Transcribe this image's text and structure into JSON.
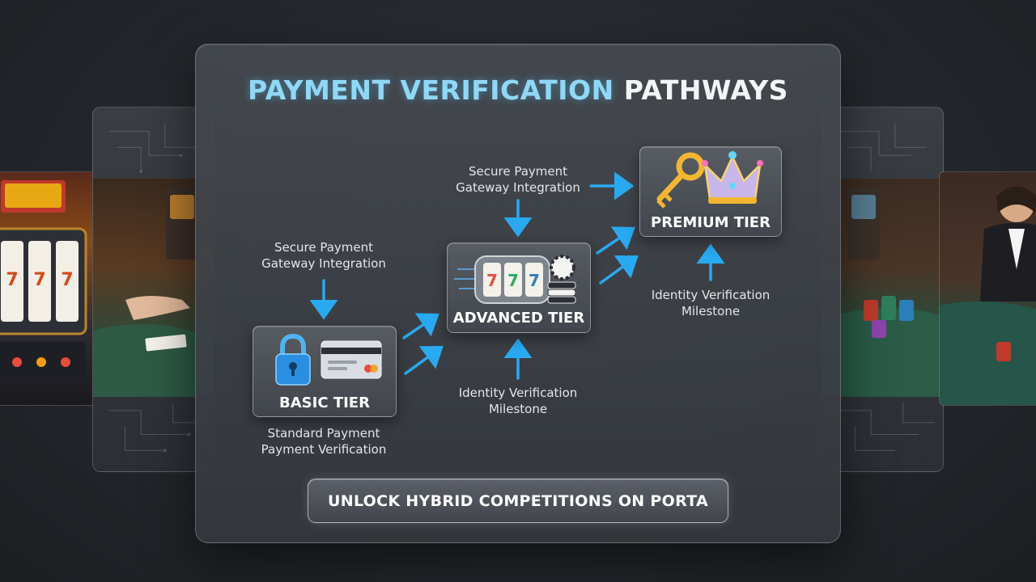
{
  "title": {
    "accent": "PAYMENT VERIFICATION",
    "plain": "PATHWAYS"
  },
  "tiers": {
    "basic": {
      "name": "BASIC TIER",
      "top_label": "Secure Payment\nGateway Integration",
      "bottom_label": "Standard Payment\nPayment Verification"
    },
    "advanced": {
      "name": "ADVANCED TIER",
      "top_label": "Secure Payment\nGateway Integration",
      "bottom_label": "Identity Verification\nMilestone"
    },
    "premium": {
      "name": "PREMIUM TIER",
      "bottom_label": "Identity Verification\nMilestone"
    }
  },
  "cta": {
    "label": "UNLOCK HYBRID COMPETITIONS ON PORTA"
  },
  "colors": {
    "accent": "#8fd8f6",
    "arrow": "#29a9f0",
    "text": "#e4e6e9"
  },
  "icons": {
    "basic": [
      "padlock-icon",
      "credit-card-icon"
    ],
    "advanced": [
      "slot-reels-icon",
      "poker-chips-icon"
    ],
    "premium": [
      "golden-key-icon",
      "crown-icon"
    ]
  }
}
